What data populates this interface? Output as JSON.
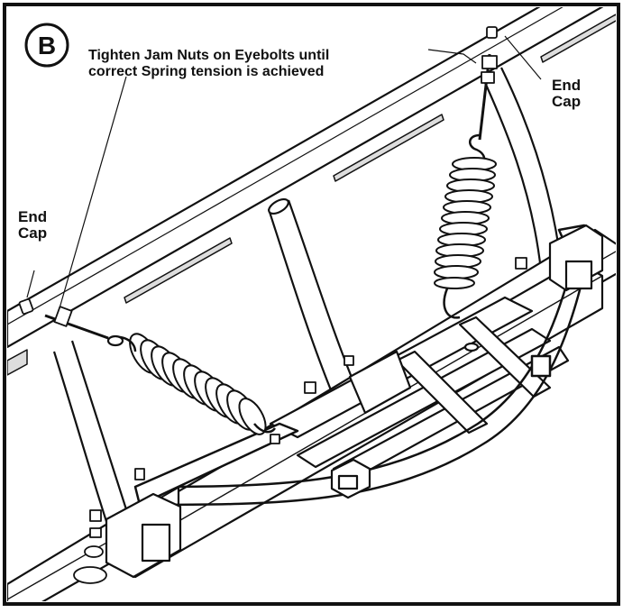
{
  "figure": {
    "panel_letter": "B",
    "instruction_line1": "Tighten Jam Nuts on Eyebolts until",
    "instruction_line2": "correct Spring tension is achieved",
    "end_cap_left": {
      "line1": "End",
      "line2": "Cap"
    },
    "end_cap_right": {
      "line1": "End",
      "line2": "Cap"
    }
  },
  "colors": {
    "ink": "#111111",
    "paper": "#ffffff",
    "shade": "#d9d9d9"
  },
  "icons": [
    "spring-icon",
    "eyebolt-icon",
    "end-cap-icon",
    "jam-nut-icon"
  ]
}
